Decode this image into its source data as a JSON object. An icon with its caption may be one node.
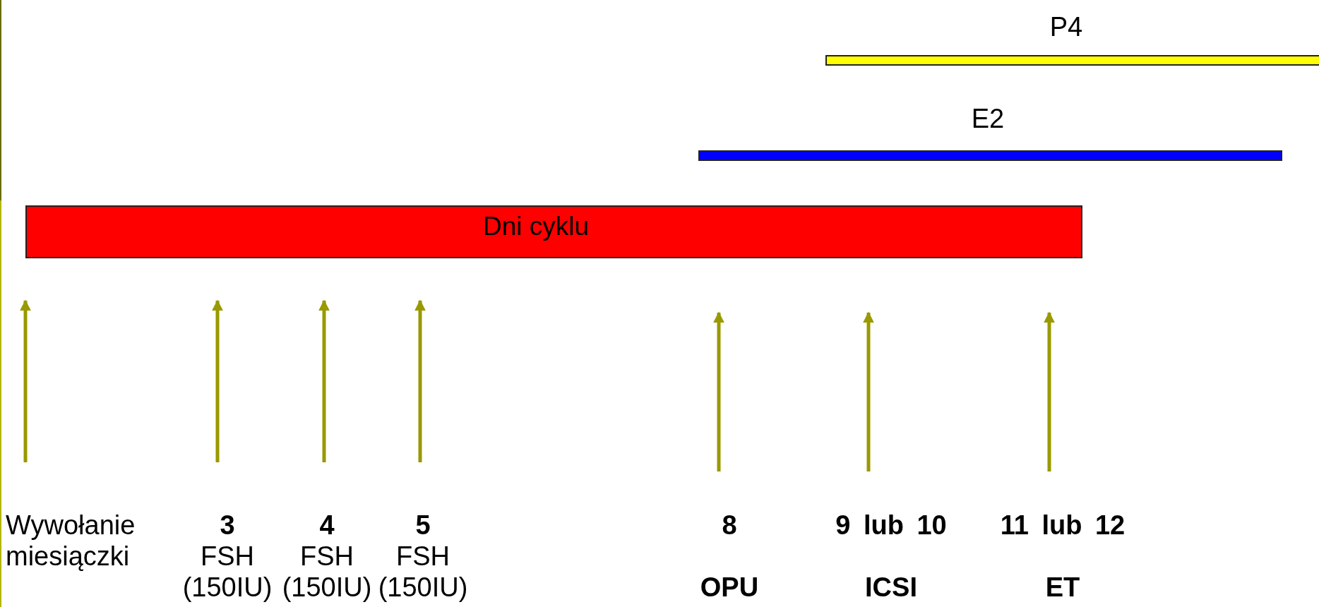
{
  "diagram": {
    "nodes": [
      {
        "text": [
          "P4"
        ]
      },
      {
        "text": [
          "E2"
        ]
      },
      {
        "text": [
          "Dni cyklu"
        ]
      },
      {
        "text": [
          "Wywołanie miesiączki"
        ]
      },
      {
        "text": [
          "3",
          "FSH (150IU)"
        ]
      },
      {
        "text": [
          "4",
          "FSH (150IU)"
        ]
      },
      {
        "text": [
          "5",
          "FSH (150IU)"
        ]
      },
      {
        "text": [
          "8",
          "OPU"
        ]
      },
      {
        "text": [
          "9 lub 10",
          "ICSI"
        ]
      },
      {
        "text": [
          "11 lub 12",
          "ET"
        ]
      }
    ],
    "edges": [
      {
        "from": 3,
        "to": null,
        "arrow": "to"
      },
      {
        "from": 4,
        "to": null,
        "arrow": "to"
      },
      {
        "from": 5,
        "to": null,
        "arrow": "to"
      },
      {
        "from": 6,
        "to": null,
        "arrow": "to"
      },
      {
        "from": 7,
        "to": null,
        "arrow": "to"
      },
      {
        "from": 8,
        "to": null,
        "arrow": "to"
      },
      {
        "from": 9,
        "to": null,
        "arrow": "to"
      }
    ]
  }
}
